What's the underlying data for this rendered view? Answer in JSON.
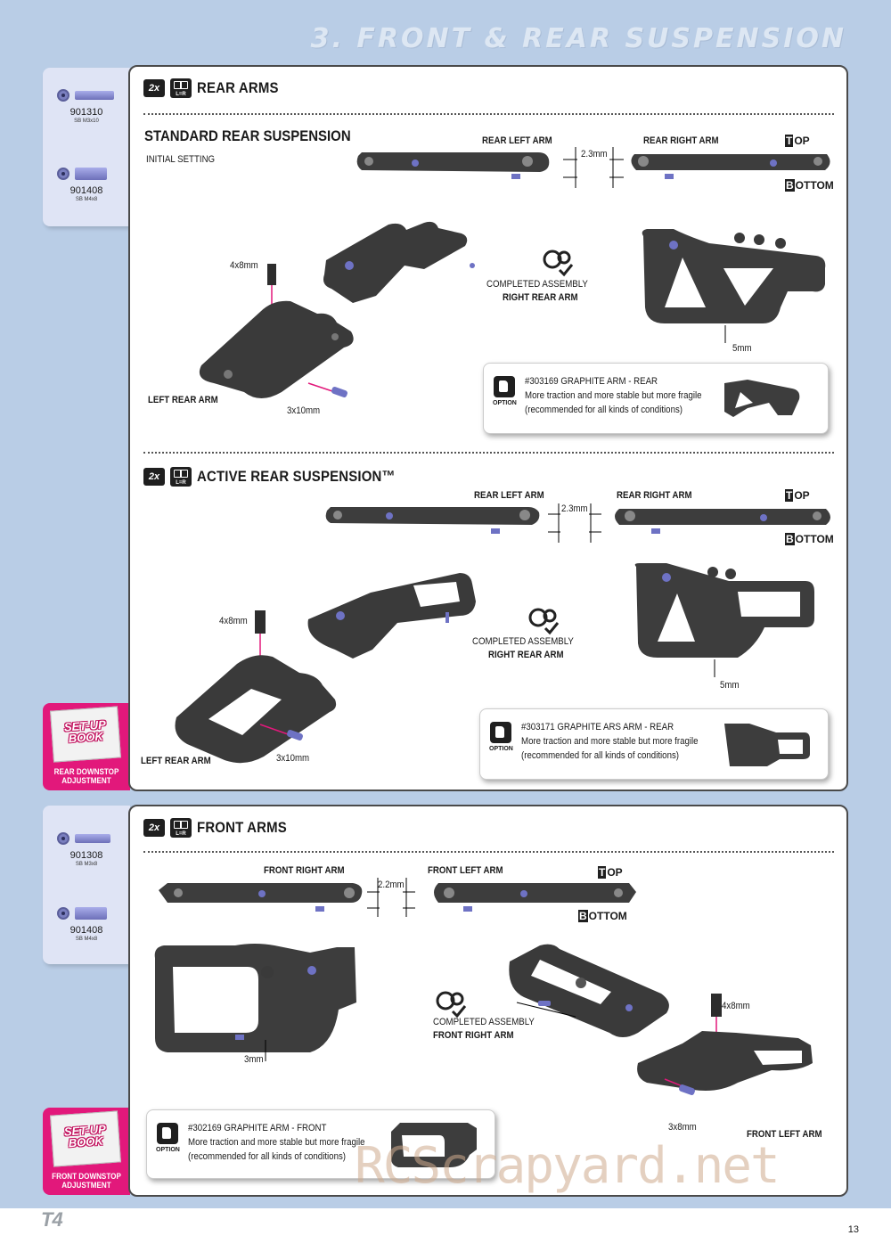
{
  "header": {
    "title": "3. FRONT & REAR SUSPENSION"
  },
  "parts_rear": [
    {
      "code": "901310",
      "desc": "SB M3x10"
    },
    {
      "code": "901408",
      "desc": "SB M4x8"
    }
  ],
  "parts_front": [
    {
      "code": "901308",
      "desc": "SB M3x8"
    },
    {
      "code": "901408",
      "desc": "SB M4x8"
    }
  ],
  "rear_step": {
    "qty": "2x",
    "lr": "L=R",
    "title": "REAR ARMS",
    "standard": {
      "title": "STANDARD REAR SUSPENSION",
      "subtitle": "INITIAL SETTING",
      "rear_left_arm": "REAR LEFT ARM",
      "rear_right_arm": "REAR RIGHT ARM",
      "gap": "2.3mm",
      "top": "OP",
      "top_box": "T",
      "bottom": "OTTOM",
      "bottom_box": "B",
      "screw_top": "4x8mm",
      "screw_bottom": "3x10mm",
      "left_arm": "LEFT REAR ARM",
      "completed_1": "COMPLETED ASSEMBLY",
      "completed_2": "RIGHT REAR ARM",
      "height": "5mm",
      "option": {
        "label": "OPTION",
        "line1": "#303169 GRAPHITE ARM - REAR",
        "line2": "More traction and more stable but more fragile",
        "line3": "(recommended for all kinds of conditions)"
      }
    }
  },
  "active_step": {
    "qty": "2x",
    "lr": "L=R",
    "title": "ACTIVE REAR SUSPENSION™",
    "rear_left_arm": "REAR LEFT ARM",
    "rear_right_arm": "REAR RIGHT ARM",
    "gap": "2.3mm",
    "top": "OP",
    "top_box": "T",
    "bottom": "OTTOM",
    "bottom_box": "B",
    "screw_top": "4x8mm",
    "screw_bottom": "3x10mm",
    "left_arm": "LEFT REAR ARM",
    "completed_1": "COMPLETED ASSEMBLY",
    "completed_2": "RIGHT REAR ARM",
    "height": "5mm",
    "option": {
      "label": "OPTION",
      "line1": "#303171 GRAPHITE ARS ARM - REAR",
      "line2": "More traction and more stable but more fragile",
      "line3": "(recommended for all kinds of conditions)"
    }
  },
  "front_step": {
    "qty": "2x",
    "lr": "L=R",
    "title": "FRONT ARMS",
    "front_right_arm": "FRONT RIGHT ARM",
    "front_left_arm": "FRONT LEFT ARM",
    "gap": "2.2mm",
    "top": "OP",
    "top_box": "T",
    "bottom": "OTTOM",
    "bottom_box": "B",
    "height": "3mm",
    "completed_1": "COMPLETED ASSEMBLY",
    "completed_2": "FRONT RIGHT ARM",
    "screw_top": "4x8mm",
    "screw_bottom": "3x8mm",
    "left_arm": "FRONT LEFT ARM",
    "option": {
      "label": "OPTION",
      "line1": "#302169 GRAPHITE ARM - FRONT",
      "line2": "More traction and more stable but more fragile",
      "line3": "(recommended for all kinds of conditions)"
    }
  },
  "setup_rear": {
    "book": "SET-UP BOOK",
    "caption_1": "REAR DOWNSTOP",
    "caption_2": "ADJUSTMENT"
  },
  "setup_front": {
    "book": "SET-UP BOOK",
    "caption_1": "FRONT DOWNSTOP",
    "caption_2": "ADJUSTMENT"
  },
  "footer": {
    "logo": "T4",
    "page": "13",
    "watermark": "RCScrapyard.net"
  },
  "colors": {
    "page_bg": "#b9cde6",
    "accent_pink": "#e2187b",
    "part_blue": "#7a7fbf",
    "arm_dark": "#3a3a3a"
  }
}
